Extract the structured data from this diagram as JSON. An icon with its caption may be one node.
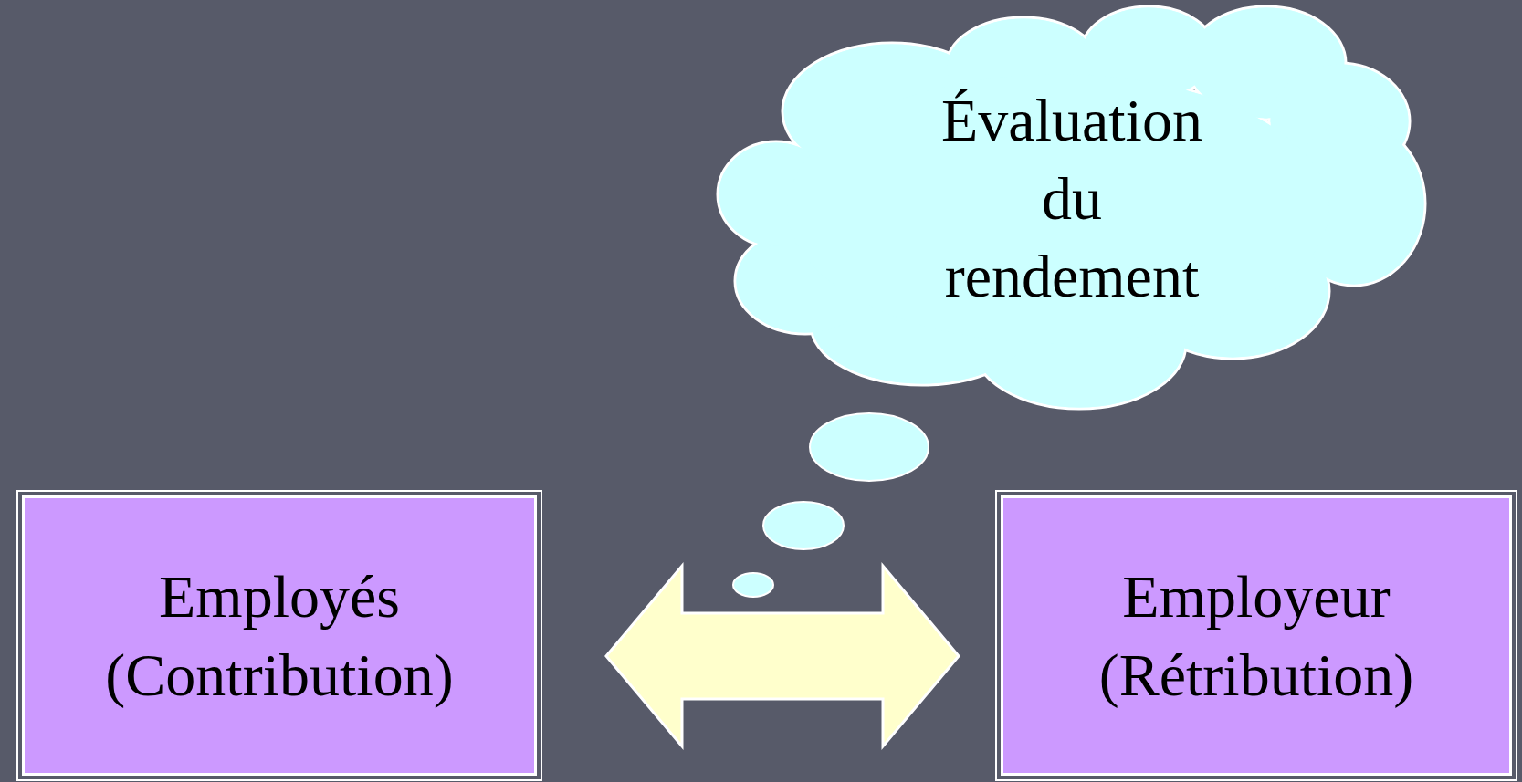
{
  "diagram": {
    "nodes": [
      {
        "text": [
          "Évaluation du rendement"
        ]
      },
      {
        "text": [
          "Employés (Contribution)"
        ]
      },
      {
        "text": [
          "Employeur (Rétribution)"
        ]
      }
    ],
    "edges": [
      {
        "from": 1,
        "to": 2,
        "arrow": "both",
        "style": "thick"
      }
    ]
  }
}
